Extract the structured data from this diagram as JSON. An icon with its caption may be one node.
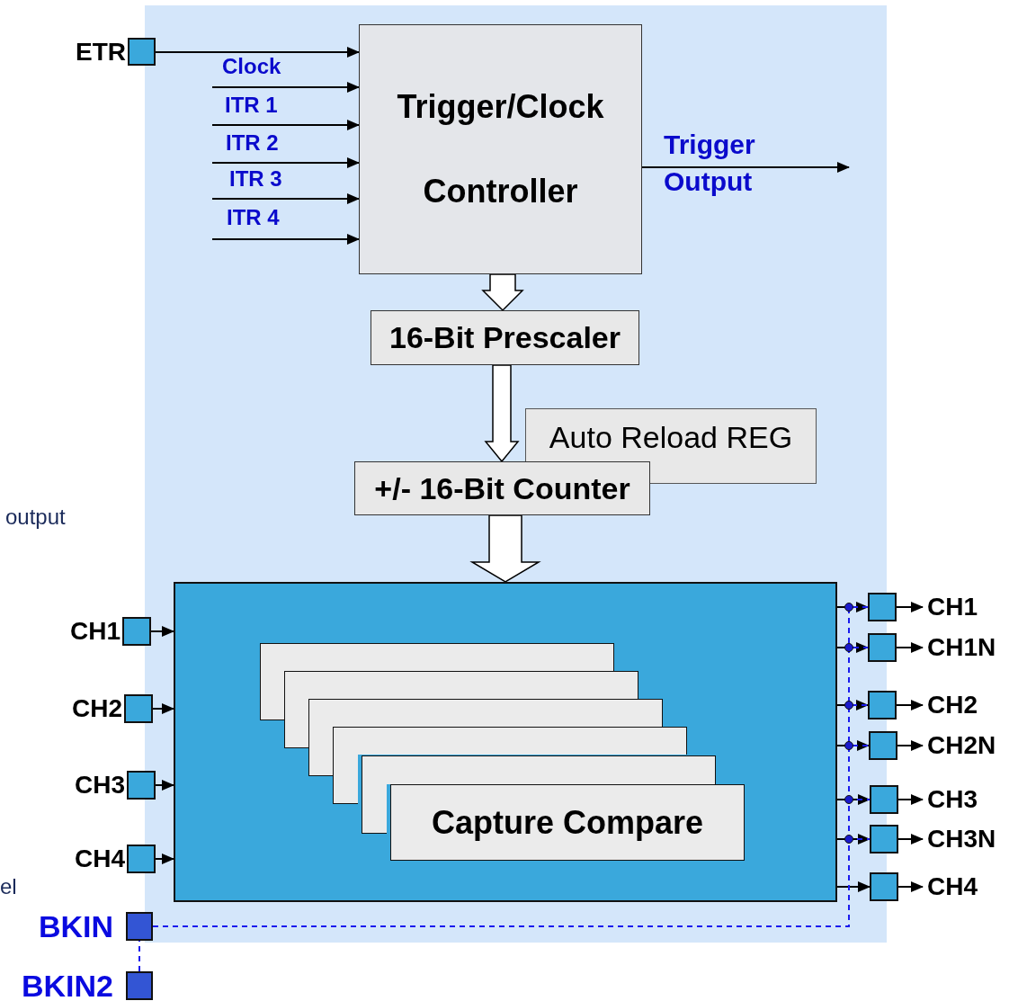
{
  "diagram": {
    "nodes": [
      {
        "text": [],
        "shape": "box",
        "beside": [
          "ETR"
        ]
      },
      {
        "text": [
          "Trigger/Clock Controller"
        ]
      },
      {
        "text": [
          "16-Bit Prescaler"
        ]
      },
      {
        "text": [
          "Auto Reload REG"
        ]
      },
      {
        "text": [
          "+/- 16-Bit Counter"
        ]
      },
      {
        "text": [],
        "shape": "box"
      },
      {
        "text": [],
        "shape": "box",
        "in": 5
      },
      {
        "text": [],
        "shape": "box",
        "in": 5
      },
      {
        "text": [],
        "shape": "box",
        "in": 5
      },
      {
        "text": [],
        "shape": "box",
        "in": 5
      },
      {
        "text": [],
        "shape": "box",
        "in": 5
      },
      {
        "text": [
          "Capture Compare"
        ],
        "in": 5
      },
      {
        "text": [],
        "shape": "box",
        "beside": [
          "CH1"
        ]
      },
      {
        "text": [],
        "shape": "box",
        "beside": [
          "CH2"
        ]
      },
      {
        "text": [],
        "shape": "box",
        "beside": [
          "CH3"
        ]
      },
      {
        "text": [],
        "shape": "box",
        "beside": [
          "CH4"
        ]
      },
      {
        "text": [],
        "shape": "box"
      },
      {
        "text": [],
        "shape": "box"
      },
      {
        "text": [],
        "shape": "box"
      },
      {
        "text": [],
        "shape": "box"
      },
      {
        "text": [],
        "shape": "box"
      },
      {
        "text": [],
        "shape": "box"
      },
      {
        "text": [],
        "shape": "box"
      },
      {
        "text": [],
        "shape": "box",
        "beside": [
          "BKIN"
        ]
      },
      {
        "text": [],
        "shape": "box",
        "beside": [
          "BKIN2"
        ]
      },
      {
        "text": [
          "CH1"
        ]
      },
      {
        "text": [
          "CH1N"
        ]
      },
      {
        "text": [
          "CH2"
        ]
      },
      {
        "text": [
          "CH2N"
        ]
      },
      {
        "text": [
          "CH3"
        ]
      },
      {
        "text": [
          "CH3N"
        ]
      },
      {
        "text": [
          "CH4"
        ]
      }
    ],
    "edges": [
      {
        "from": 0,
        "to": 1,
        "arrow": "to"
      },
      {
        "from": null,
        "to": 1,
        "arrow": "to",
        "label": "Clock"
      },
      {
        "from": null,
        "to": 1,
        "arrow": "to",
        "label": "ITR 1"
      },
      {
        "from": null,
        "to": 1,
        "arrow": "to",
        "label": "ITR 2"
      },
      {
        "from": null,
        "to": 1,
        "arrow": "to",
        "label": "ITR 3"
      },
      {
        "from": null,
        "to": 1,
        "arrow": "to",
        "label": "ITR 4"
      },
      {
        "from": 1,
        "to": null,
        "arrow": "to",
        "label": "Trigger Output"
      },
      {
        "from": 1,
        "to": 2,
        "arrow": "to",
        "style": "thick"
      },
      {
        "from": 2,
        "to": 4,
        "arrow": "to",
        "style": "thick"
      },
      {
        "from": 4,
        "to": 5,
        "arrow": "to",
        "style": "thick"
      },
      {
        "from": 12,
        "to": 5,
        "arrow": "to"
      },
      {
        "from": 13,
        "to": 5,
        "arrow": "to"
      },
      {
        "from": 14,
        "to": 5,
        "arrow": "to"
      },
      {
        "from": 15,
        "to": 5,
        "arrow": "to"
      },
      {
        "from": 5,
        "to": 16,
        "arrow": "to"
      },
      {
        "from": 5,
        "to": 17,
        "arrow": "to"
      },
      {
        "from": 5,
        "to": 18,
        "arrow": "to"
      },
      {
        "from": 5,
        "to": 19,
        "arrow": "to"
      },
      {
        "from": 5,
        "to": 20,
        "arrow": "to"
      },
      {
        "from": 5,
        "to": 21,
        "arrow": "to"
      },
      {
        "from": 5,
        "to": 22,
        "arrow": "to"
      },
      {
        "from": 16,
        "to": 25,
        "arrow": "to"
      },
      {
        "from": 17,
        "to": 26,
        "arrow": "to"
      },
      {
        "from": 18,
        "to": 27,
        "arrow": "to"
      },
      {
        "from": 19,
        "to": 28,
        "arrow": "to"
      },
      {
        "from": 20,
        "to": 29,
        "arrow": "to"
      },
      {
        "from": 21,
        "to": 30,
        "arrow": "to"
      },
      {
        "from": 22,
        "to": 31,
        "arrow": "to"
      },
      {
        "from": 24,
        "to": 23,
        "arrow": "none",
        "style": "dashed",
        "color": "#1a1aee"
      },
      {
        "from": 23,
        "to": 16,
        "arrow": "none",
        "style": "dashed",
        "color": "#1a1aee"
      },
      {
        "from": 23,
        "to": 17,
        "arrow": "none",
        "style": "dashed",
        "color": "#1a1aee"
      },
      {
        "from": 23,
        "to": 18,
        "arrow": "none",
        "style": "dashed",
        "color": "#1a1aee"
      },
      {
        "from": 23,
        "to": 19,
        "arrow": "none",
        "style": "dashed",
        "color": "#1a1aee"
      },
      {
        "from": 23,
        "to": 20,
        "arrow": "none",
        "style": "dashed",
        "color": "#1a1aee"
      },
      {
        "from": 23,
        "to": 21,
        "arrow": "none",
        "style": "dashed",
        "color": "#1a1aee"
      }
    ],
    "labels": [
      "output",
      "el"
    ]
  }
}
